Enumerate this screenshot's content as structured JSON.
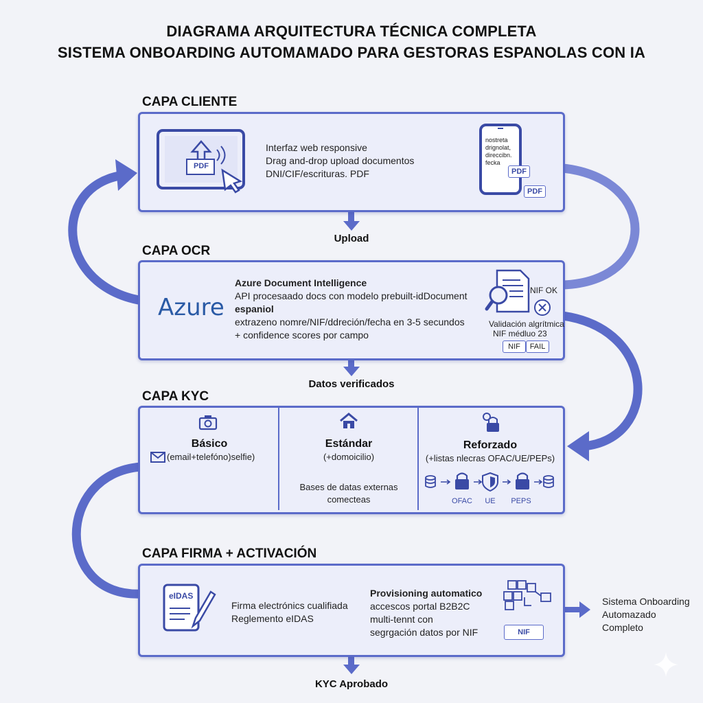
{
  "title": {
    "line1": "DIAGRAMA ARQUITECTURA TÉCNICA COMPLETA",
    "line2": "SISTEMA ONBOARDING AUTOMAMADO PARA GESTORAS ESPANOLAS CON IA"
  },
  "cliente": {
    "label": "CAPA CLIENTE",
    "pdf_tag": "PDF",
    "desc": [
      "Interfaz web responsive",
      "Drag and-drop upload documentos",
      "DNI/CIF/escrituras. PDF"
    ],
    "phone_text": [
      "nostreta",
      "drignolat,",
      "direccibn.",
      "fecka"
    ],
    "phone_pdf1": "PDF",
    "phone_pdf2": "PDF"
  },
  "flow1": "Upload",
  "ocr": {
    "label": "CAPA OCR",
    "brand": "Azure",
    "heading": "Azure Document Intelligence",
    "line1": "API procesaado docs con modelo prebuilt-idDocument",
    "line2": "espaniol",
    "line3": "extrazeno nomre/NIF/ddreción/fecha en 3-5 secundos",
    "line4": "+ confidence scores por campo",
    "nif_ok": "NIF OK",
    "validation1": "Validación algrítmica",
    "validation2": "NIF médluo 23",
    "nif_tag": "NIF",
    "fail_tag": "FAIL"
  },
  "flow2": "Datos verificados",
  "kyc": {
    "label": "CAPA KYC",
    "basico_title": "Básico",
    "basico_sub": "(email+telefóno)selfie)",
    "estandar_title": "Estándar",
    "estandar_sub": "(+domoicilio)",
    "estandar_note1": "Bases de datas externas",
    "estandar_note2": "comecteas",
    "reforzado_title": "Reforzado",
    "reforzado_sub": "(+listas nlecras OFAC/UE/PEPs)",
    "list_ofac": "OFAC",
    "list_ue": "UE",
    "list_peps": "PEPS"
  },
  "firma": {
    "label": "CAPA FIRMA + ACTIVACIÓN",
    "eidas_tag": "eIDAS",
    "sign1": "Firma electrónics cualifiada",
    "sign2": "Reglemento eIDAS",
    "prov_title": "Provisioning automatico",
    "prov1": "accescos portal B2B2C",
    "prov2": "multi-tennt con",
    "prov3": "segrgación datos por NIF",
    "nif_tag": "NIF"
  },
  "output": [
    "Sistema Onboarding",
    "Automazado",
    "Completo"
  ],
  "flow3": "KYC Aprobado",
  "colors": {
    "accent": "#5b6bc9",
    "panel": "#eceefa",
    "brand": "#2a5aa5"
  }
}
